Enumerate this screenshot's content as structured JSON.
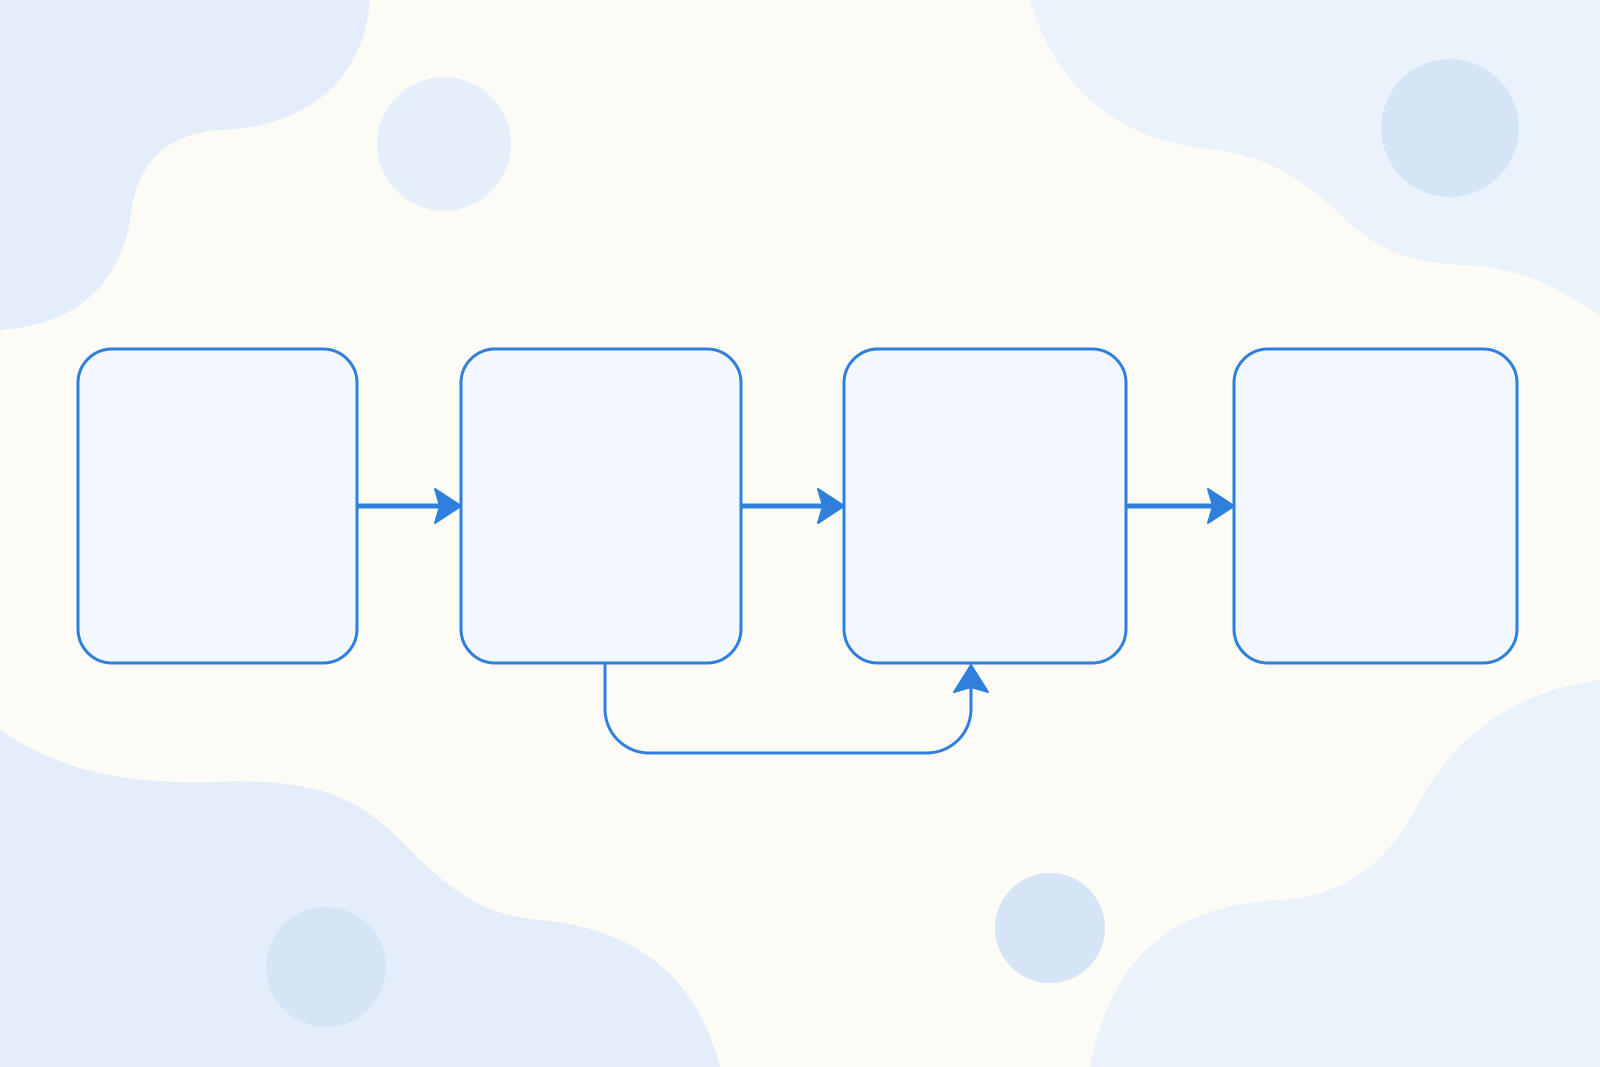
{
  "diagram": {
    "type": "flowchart",
    "direction": "left-to-right",
    "nodes": [
      {
        "id": "box-1",
        "label": ""
      },
      {
        "id": "box-2",
        "label": ""
      },
      {
        "id": "box-3",
        "label": ""
      },
      {
        "id": "box-4",
        "label": ""
      }
    ],
    "edges": [
      {
        "from": "box-1",
        "to": "box-2",
        "route": "straight"
      },
      {
        "from": "box-2",
        "to": "box-3",
        "route": "straight"
      },
      {
        "from": "box-3",
        "to": "box-4",
        "route": "straight"
      },
      {
        "from": "box-2",
        "to": "box-3",
        "route": "loop-below"
      }
    ]
  },
  "colors": {
    "page_background": "#fdfbf6",
    "blob_fill": "#e3eefa",
    "blob_fill_light": "#eaf3fc",
    "dot_fill": "#d5e5f5",
    "dot_fill_light": "#e6f0fb",
    "stroke": "#2f7fdc",
    "box_fill": "#f2f8fd"
  }
}
